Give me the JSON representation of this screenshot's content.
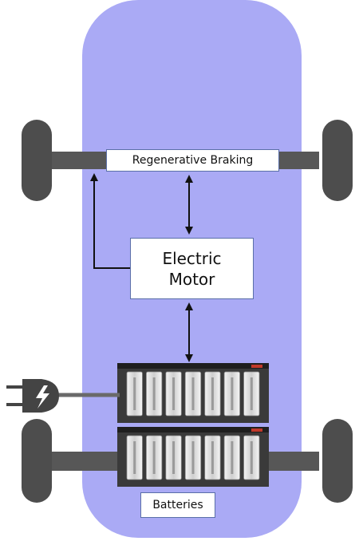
{
  "diagram": {
    "labels": {
      "regenerative_braking": "Regenerative Braking",
      "electric_motor": "Electric\nMotor",
      "batteries": "Batteries"
    },
    "colors": {
      "car_body": "#aaaaf5",
      "wheel": "#4d4d4d",
      "axle": "#575757",
      "arrow": "#111111",
      "box_border": "#5a6fa8",
      "battery_frame": "#3a3a3a",
      "battery_cell": "#d9d9d9"
    },
    "icons": [
      "plug-icon",
      "lightning-icon"
    ],
    "battery_modules": 2,
    "cells_per_module": 7
  }
}
